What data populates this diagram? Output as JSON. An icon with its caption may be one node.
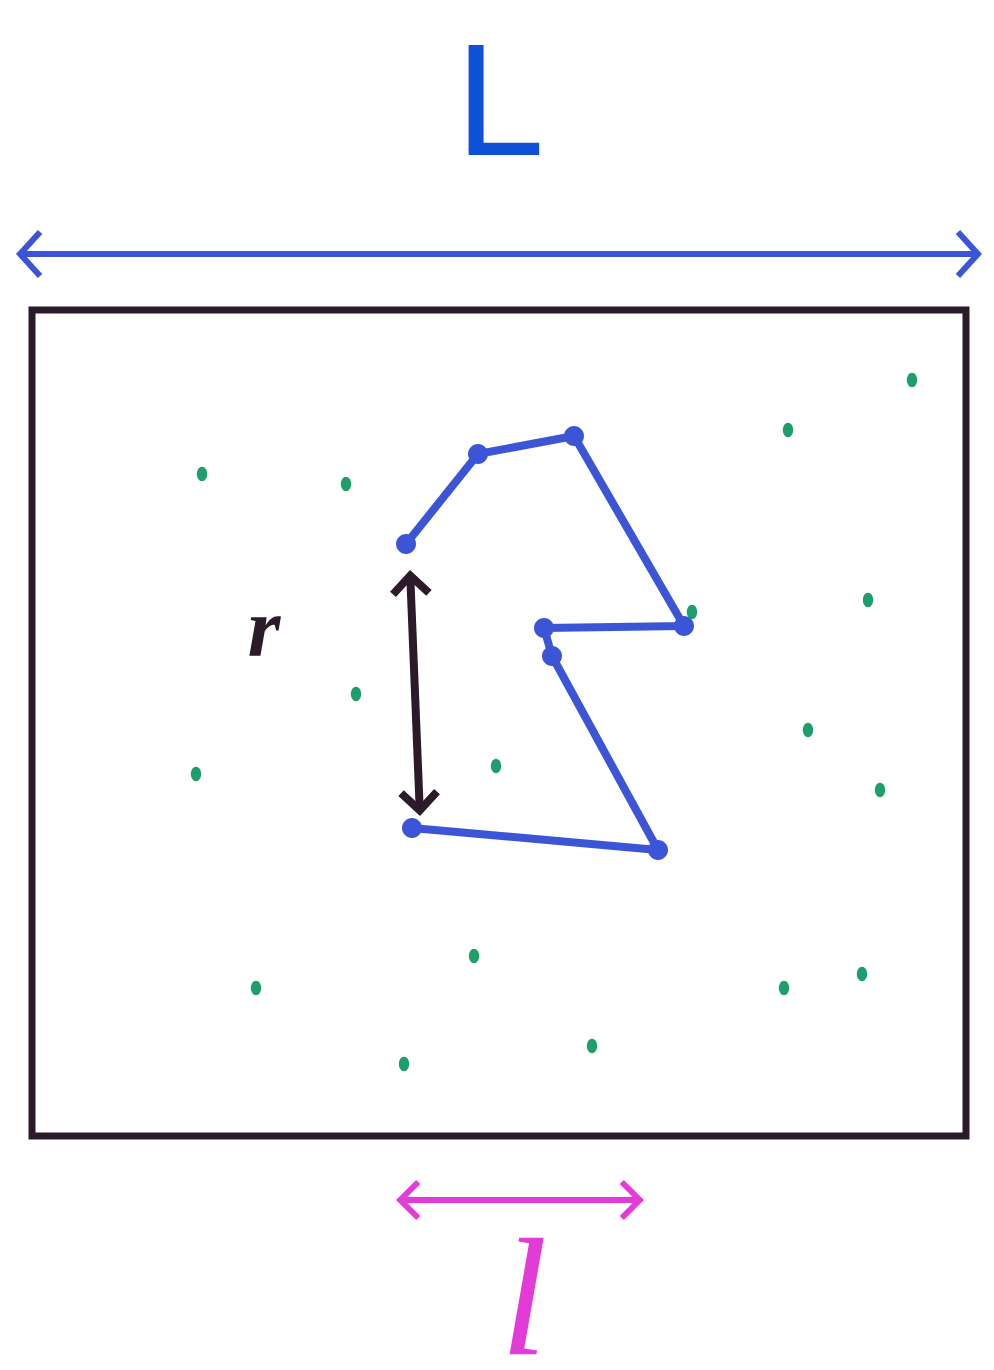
{
  "diagram": {
    "labels": [
      "L",
      "r",
      "l"
    ]
  }
}
